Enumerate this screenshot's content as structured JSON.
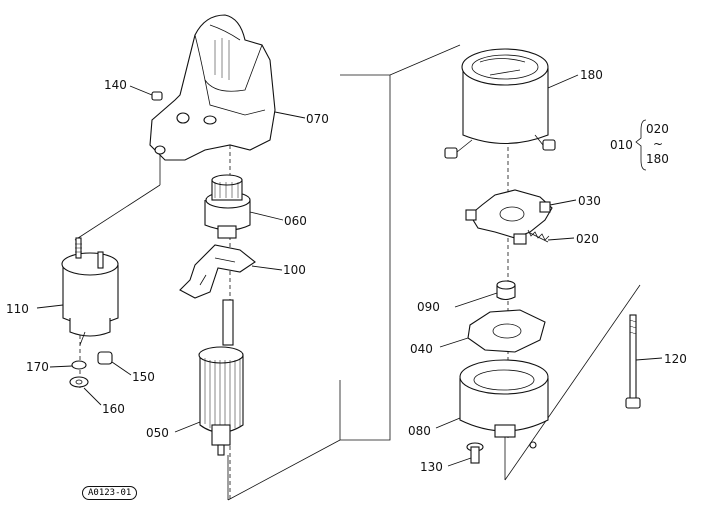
{
  "labels": {
    "p140": "140",
    "p070": "070",
    "p060": "060",
    "p100": "100",
    "p110": "110",
    "p170": "170",
    "p150": "150",
    "p160": "160",
    "p050": "050",
    "p180": "180",
    "p010": "010",
    "p020a": "020",
    "tilde": "~",
    "p180b": "180",
    "p030": "030",
    "p020": "020",
    "p090": "090",
    "p040": "040",
    "p120": "120",
    "p080": "080",
    "p130": "130"
  },
  "reference": "A0123-01"
}
